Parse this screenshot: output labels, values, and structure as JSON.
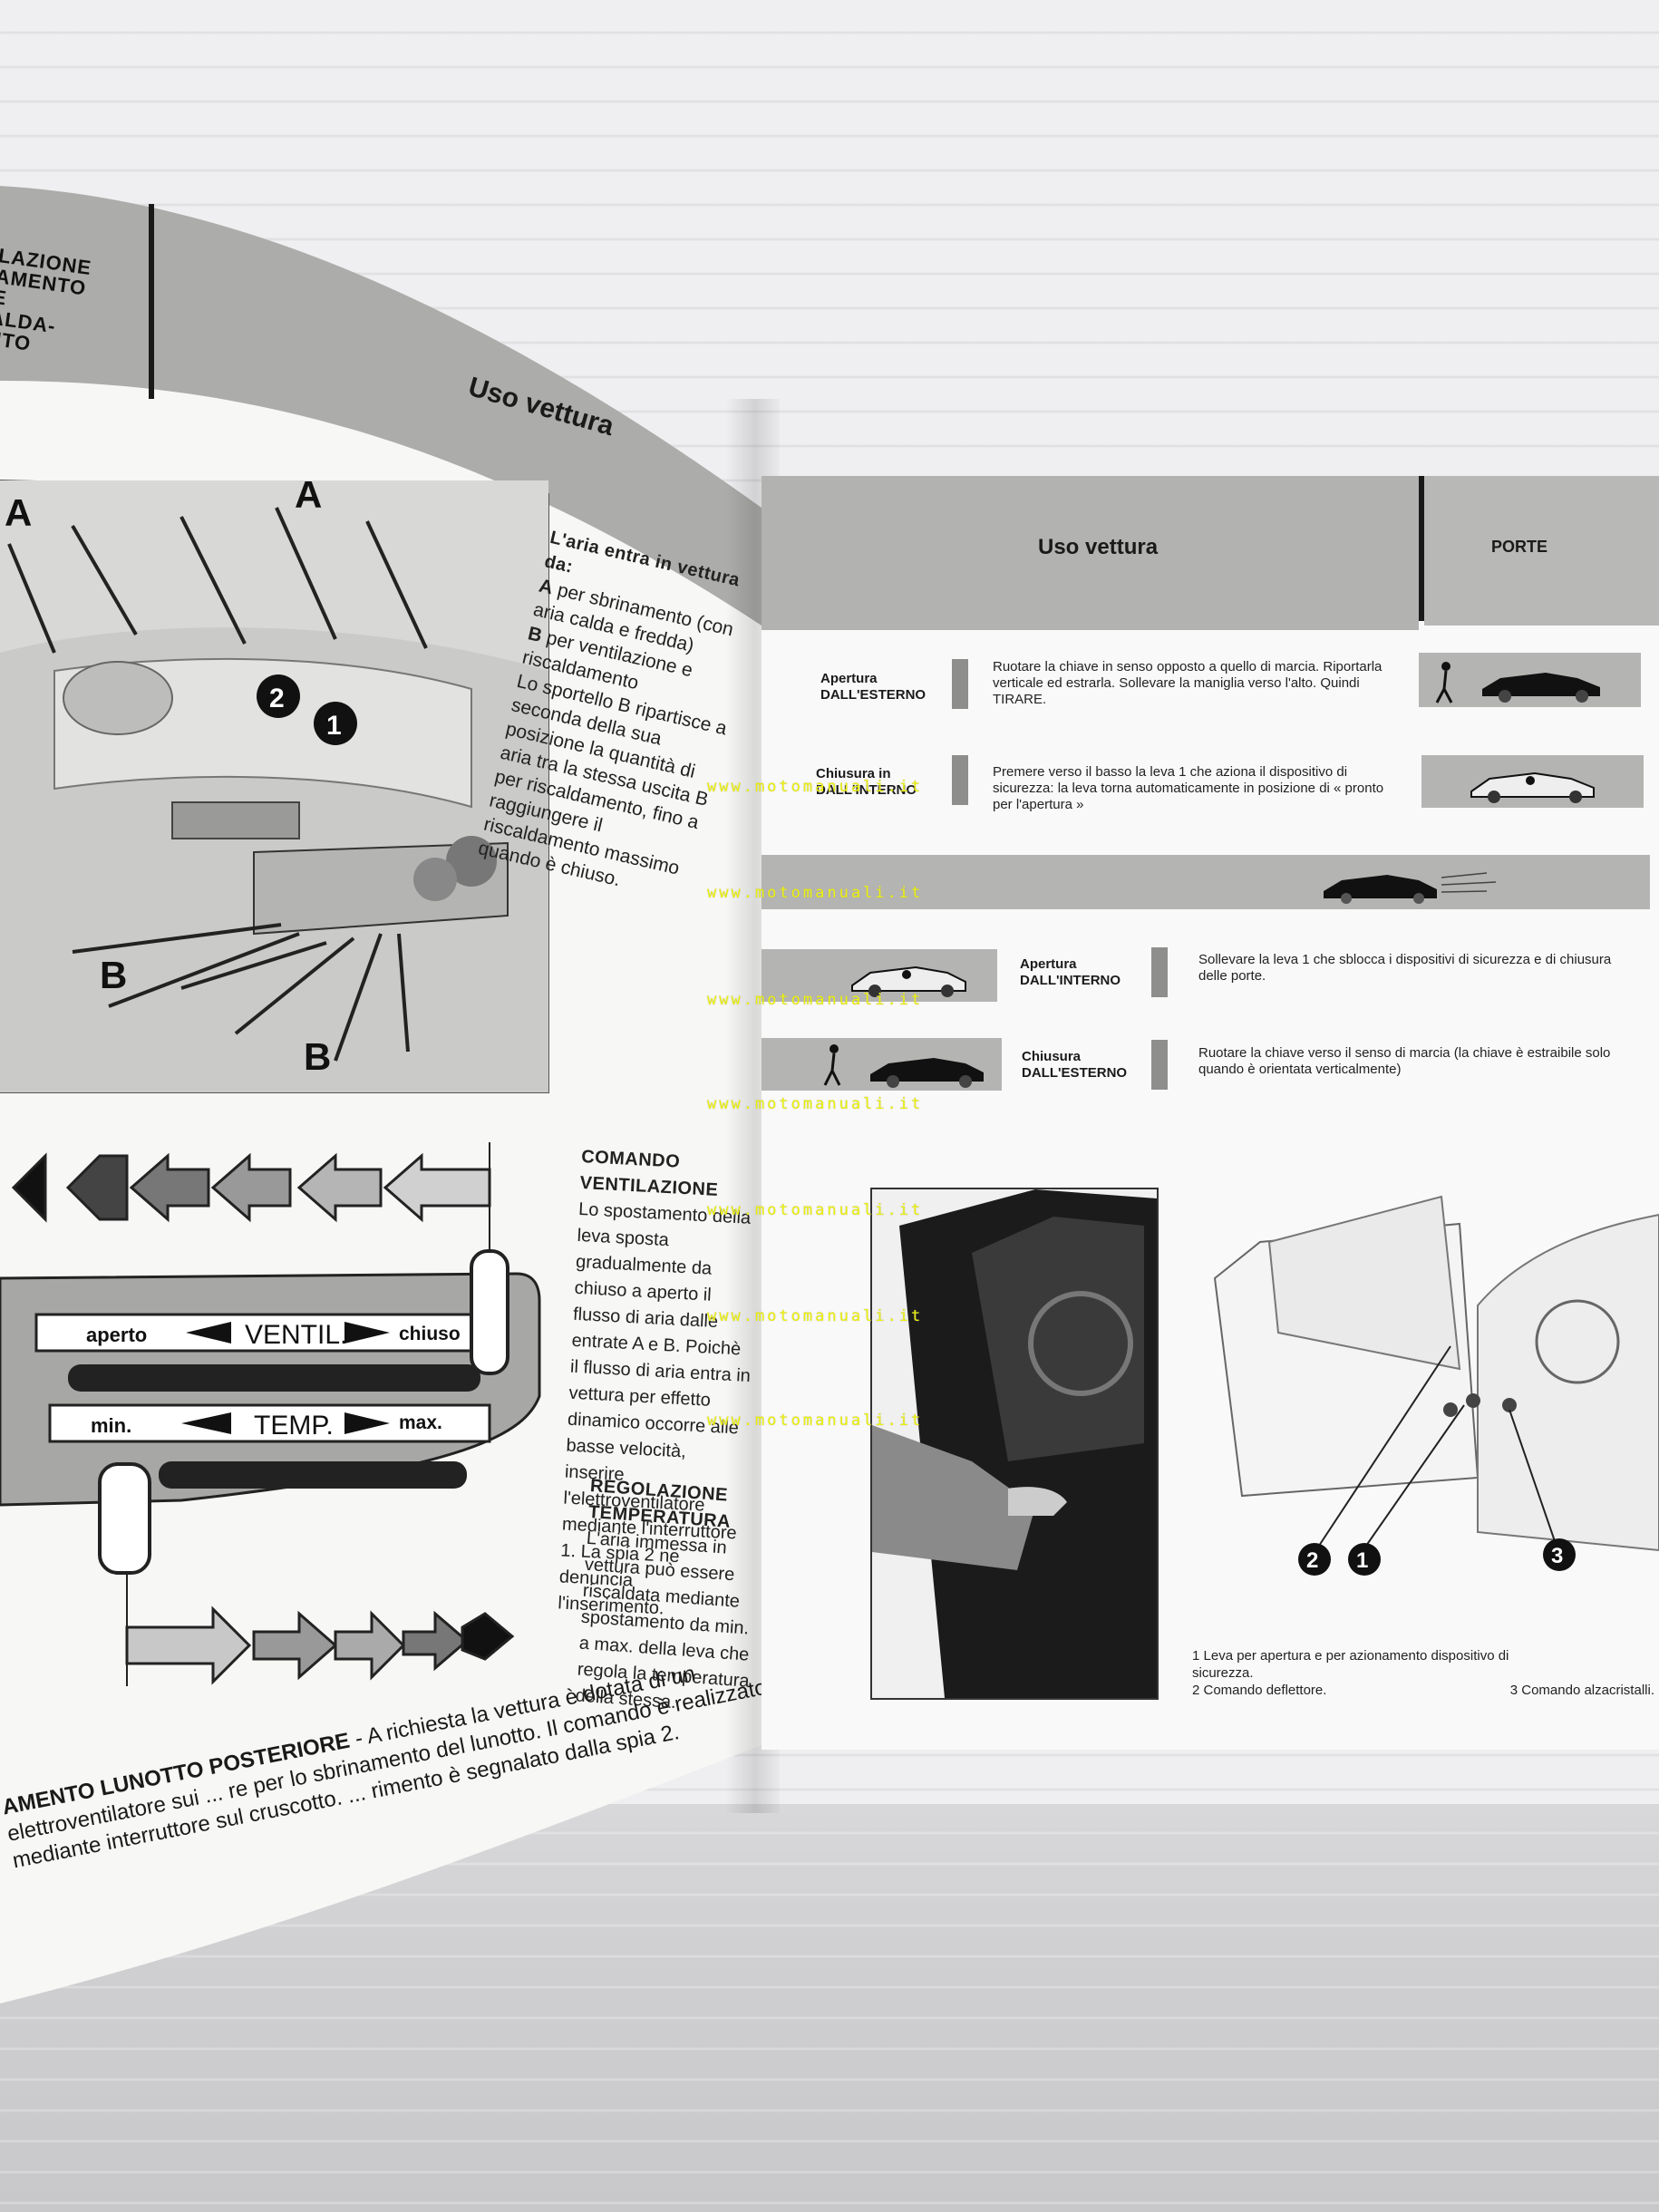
{
  "left_page": {
    "section_label": "LAZIONE\nAMENTO\nE\nALDA-\nNTO",
    "title": "Uso vettura",
    "intro": {
      "lead": "L'aria entra in vettura da:",
      "a_label": "A",
      "a_text": "per sbrinamento (con aria calda e fredda)",
      "b_label": "B",
      "b_text": "per ventilazione e riscaldamento",
      "body": "Lo sportello B ripartisce a seconda della sua posizione la quantità di aria tra la stessa uscita B per riscaldamento, fino a raggiungere il riscaldamento massimo quando è chiuso."
    },
    "diagram_labels": [
      "A",
      "A",
      "B",
      "B",
      "1",
      "2"
    ],
    "control_panel": {
      "vent_open": "aperto",
      "vent_label": "VENTIL.",
      "vent_closed": "chiuso",
      "temp_min": "min.",
      "temp_label": "TEMP.",
      "temp_max": "max."
    },
    "ventilation": {
      "heading": "COMANDO VENTILAZIONE",
      "body": "Lo spostamento della leva sposta gradualmente da chiuso a aperto il flusso di aria dalle entrate A e B. Poichè il flusso di aria entra in vettura per effetto dinamico occorre alle basse velocità, inserire l'elettroventilatore mediante l'interruttore 1. La spia 2 ne denuncia l'inserimento."
    },
    "temperature": {
      "heading": "REGOLAZIONE TEMPERATURA",
      "body": "L'aria immessa in vettura può essere riscaldata mediante spostamento da min. a max. della leva che regola la temperatura della stessa."
    },
    "footer": {
      "heading": "AMENTO LUNOTTO POSTERIORE",
      "body": " - A richiesta la vettura è dotata di un elettroventilatore sui ... re per lo sbrinamento del lunotto. Il comando è realizzato mediante interruttore sul cruscotto. ... rimento è segnalato dalla spia 2."
    }
  },
  "right_page": {
    "title": "Uso vettura",
    "section": "PORTE",
    "rows": [
      {
        "label_top": "Apertura",
        "label_bottom": "DALL'ESTERNO",
        "text": "Ruotare la chiave in senso opposto a quello di marcia. Riportarla verticale ed estrarla. Sollevare la maniglia verso l'alto. Quindi TIRARE."
      },
      {
        "label_top": "Chiusura in",
        "label_bottom": "DALL'INTERNO",
        "text": "Premere verso il basso la leva 1 che aziona il dispositivo di sicurezza: la leva torna automaticamente in posizione di « pronto per l'apertura »"
      },
      {
        "label_top": "Apertura",
        "label_bottom": "DALL'INTERNO",
        "text": "Sollevare la leva 1 che sblocca i dispositivi di sicurezza e di chiusura delle porte."
      },
      {
        "label_top": "Chiusura",
        "label_bottom": "DALL'ESTERNO",
        "text": "Ruotare la chiave verso il senso di marcia (la chiave è estraibile solo quando è orientata verticalmente)"
      }
    ],
    "callouts": [
      "2",
      "1",
      "3"
    ],
    "caption": {
      "item1": "1  Leva per apertura e per azionamento dispositivo di\n    sicurezza.",
      "item2": "2  Comando deflettore.",
      "item3": "3  Comando alzacristalli."
    }
  },
  "watermark": "www.motomanuali.it",
  "colors": {
    "header_gray": "#b2b2b0",
    "band_gray": "#b4b4b2",
    "watermark_yellow": "#eef30a",
    "ink": "#1a1a1a"
  }
}
